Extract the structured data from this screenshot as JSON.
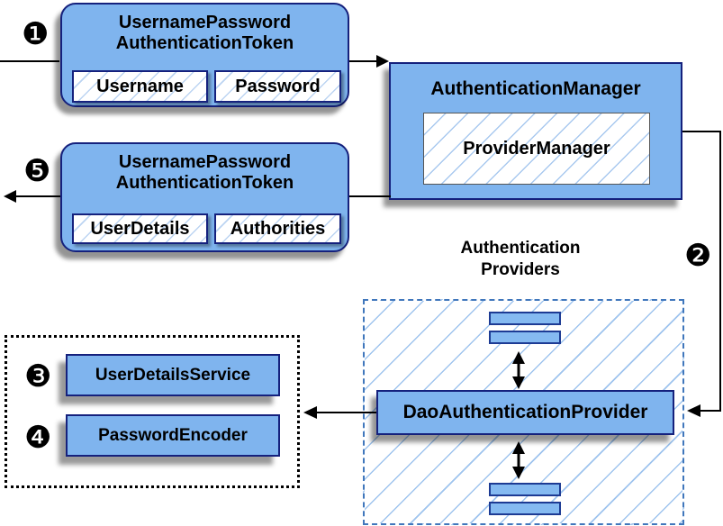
{
  "badges": {
    "step1": "❶",
    "step2": "❷",
    "step3": "❸",
    "step4": "❹",
    "step5": "❺"
  },
  "request_token": {
    "title_line1": "UsernamePassword",
    "title_line2": "AuthenticationToken",
    "field1": "Username",
    "field2": "Password"
  },
  "authentication_manager": {
    "title": "AuthenticationManager",
    "provider_manager": "ProviderManager"
  },
  "response_token": {
    "title_line1": "UsernamePassword",
    "title_line2": "AuthenticationToken",
    "field1": "UserDetails",
    "field2": "Authorities"
  },
  "providers_group": {
    "heading_line1": "Authentication",
    "heading_line2": "Providers",
    "dao_provider": "DaoAuthenticationProvider"
  },
  "resolvers": {
    "user_details_service": "UserDetailsService",
    "password_encoder": "PasswordEncoder"
  },
  "colors": {
    "box_fill": "#7fb4ee",
    "box_border": "#15217d",
    "hatch_line": "#9fc4ee",
    "dashed_border": "#4077bc",
    "connector": "#000000"
  }
}
